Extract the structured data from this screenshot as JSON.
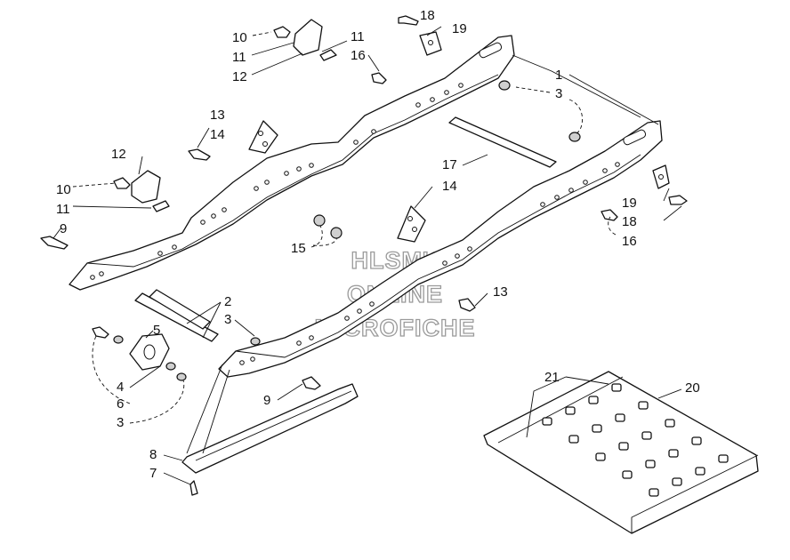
{
  "diagram": {
    "watermark": [
      "HLSM'S",
      "ONLINE",
      "MICROFICHE"
    ],
    "callouts": [
      {
        "id": "c10a",
        "text": "10"
      },
      {
        "id": "c11a",
        "text": "11"
      },
      {
        "id": "c12a",
        "text": "12"
      },
      {
        "id": "c11b",
        "text": "11"
      },
      {
        "id": "c16a",
        "text": "16"
      },
      {
        "id": "c18a",
        "text": "18"
      },
      {
        "id": "c19a",
        "text": "19"
      },
      {
        "id": "c1",
        "text": "1"
      },
      {
        "id": "c3a",
        "text": "3"
      },
      {
        "id": "c13a",
        "text": "13"
      },
      {
        "id": "c14a",
        "text": "14"
      },
      {
        "id": "c12b",
        "text": "12"
      },
      {
        "id": "c10b",
        "text": "10"
      },
      {
        "id": "c11c",
        "text": "11"
      },
      {
        "id": "c9a",
        "text": "9"
      },
      {
        "id": "c17",
        "text": "17"
      },
      {
        "id": "c14b",
        "text": "14"
      },
      {
        "id": "c19b",
        "text": "19"
      },
      {
        "id": "c18b",
        "text": "18"
      },
      {
        "id": "c16b",
        "text": "16"
      },
      {
        "id": "c15",
        "text": "15"
      },
      {
        "id": "c13b",
        "text": "13"
      },
      {
        "id": "c2",
        "text": "2"
      },
      {
        "id": "c3b",
        "text": "3"
      },
      {
        "id": "c5",
        "text": "5"
      },
      {
        "id": "c4",
        "text": "4"
      },
      {
        "id": "c6",
        "text": "6"
      },
      {
        "id": "c3c",
        "text": "3"
      },
      {
        "id": "c9b",
        "text": "9"
      },
      {
        "id": "c8",
        "text": "8"
      },
      {
        "id": "c7",
        "text": "7"
      },
      {
        "id": "c21",
        "text": "21"
      },
      {
        "id": "c20",
        "text": "20"
      }
    ]
  }
}
